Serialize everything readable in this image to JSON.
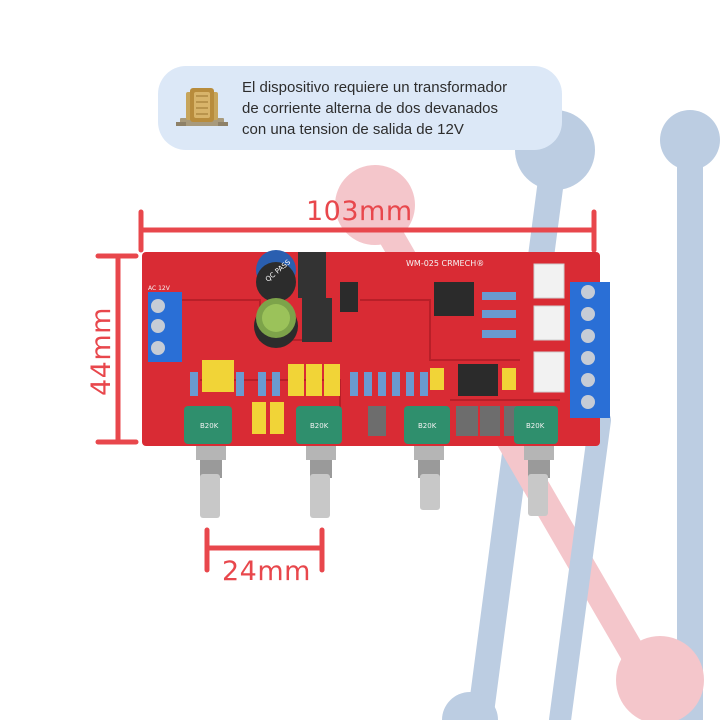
{
  "note": {
    "lines": [
      "El dispositivo requiere un transformador",
      "de corriente alterna de dos devanados",
      "con una tension de salida de 12V"
    ],
    "icon": "transformer-icon"
  },
  "dimensions": {
    "width": "103mm",
    "height": "44mm",
    "knob_spacing": "24mm"
  },
  "board": {
    "label": "WM-025 CRMECH®",
    "capacitor_label": "QC PASS",
    "power_label": "AC 12V",
    "knob_labels": [
      "B20K",
      "B20K",
      "B20K",
      "B20K"
    ]
  },
  "colors": {
    "dimension": "#e8474c",
    "pcb": "#d92b34",
    "note_bg": "#dce8f7",
    "terminal": "#2a6fd6"
  }
}
